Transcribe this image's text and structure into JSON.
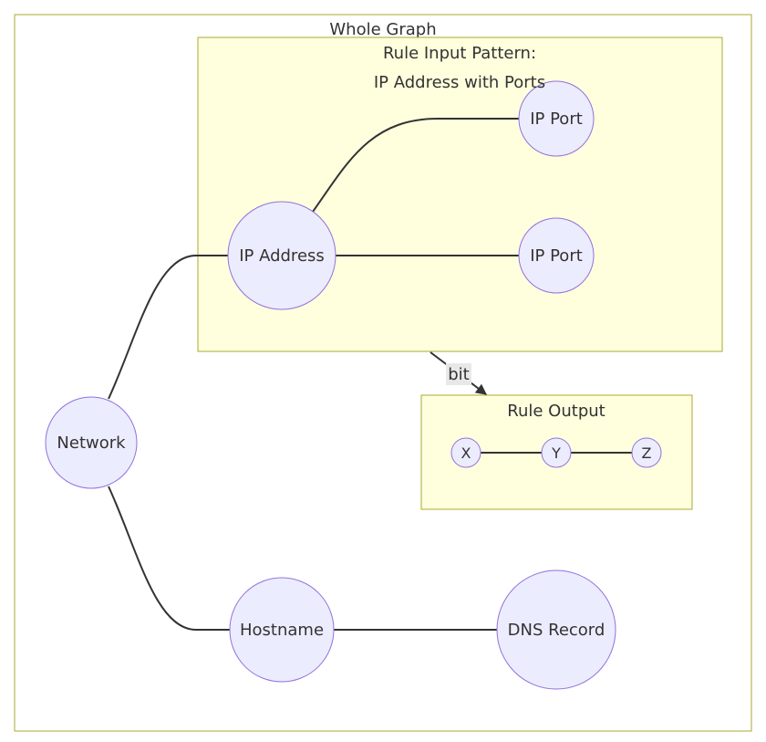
{
  "clusters": {
    "whole_graph": "Whole Graph",
    "rule_input_line1": "Rule Input Pattern:",
    "rule_input_line2": "IP Address with Ports",
    "rule_output": "Rule Output"
  },
  "nodes": {
    "ip_port_top": "IP Port",
    "ip_port_mid": "IP Port",
    "ip_address": "IP Address",
    "network": "Network",
    "hostname": "Hostname",
    "dns_record": "DNS Record",
    "x": "X",
    "y": "Y",
    "z": "Z"
  },
  "edges": {
    "bit_label": "bit"
  },
  "colors": {
    "node_fill": "#ececff",
    "node_stroke": "#9370db",
    "cluster_fill": "#ffffde",
    "cluster_stroke": "#aaaa33",
    "edge": "#333333"
  }
}
